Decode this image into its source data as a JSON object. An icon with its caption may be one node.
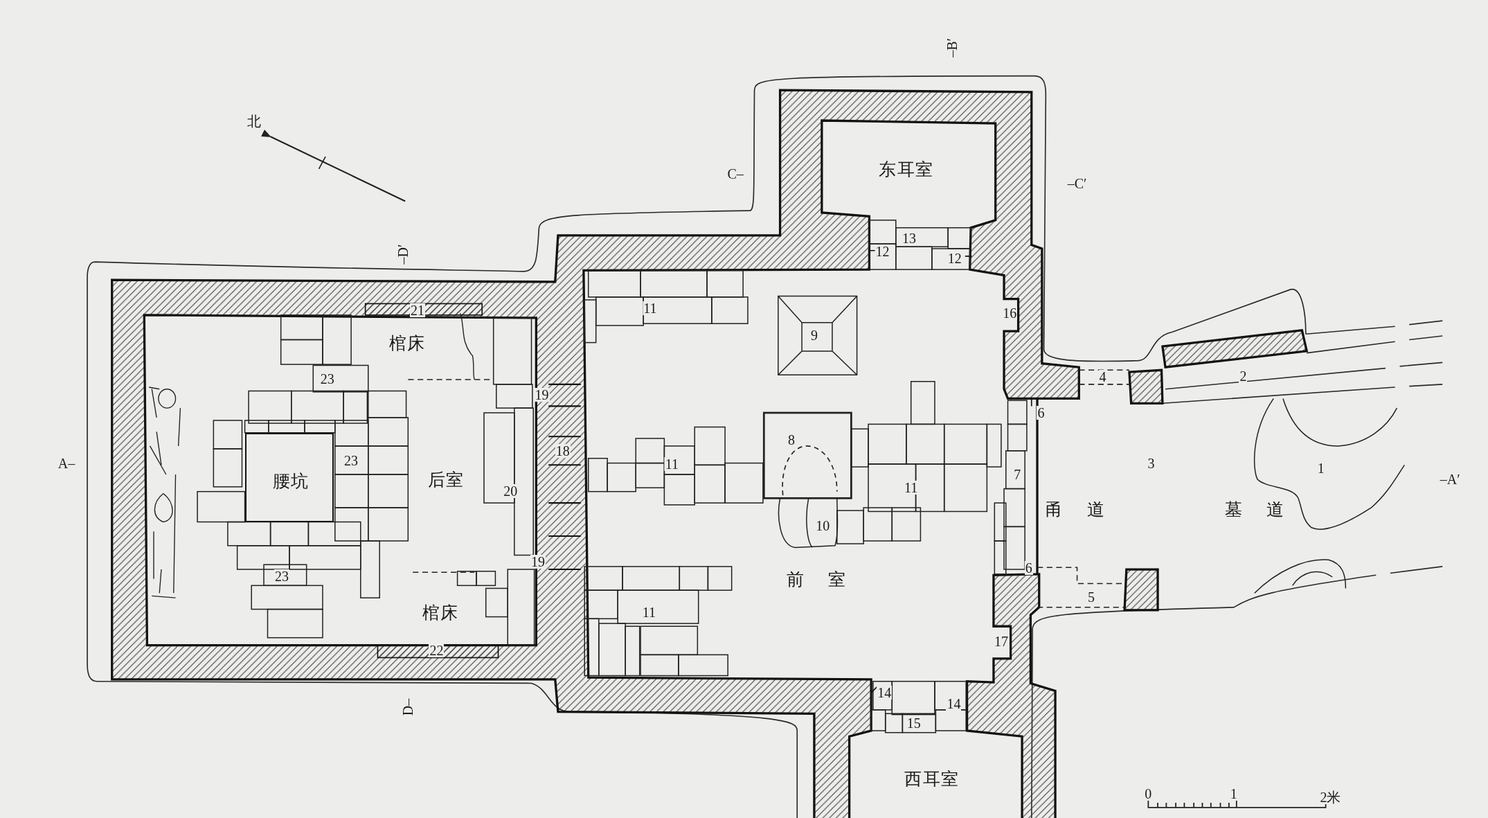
{
  "diagram": {
    "nodes": [
      {
        "text": [
          "后室"
        ]
      },
      {
        "text": [
          "腰坑"
        ],
        "in": 0
      },
      {
        "text": [
          "棺床"
        ],
        "in": 0
      },
      {
        "text": [
          "棺床"
        ],
        "in": 0
      },
      {
        "text": [
          "前室"
        ]
      },
      {
        "text": [
          "东耳室"
        ]
      },
      {
        "text": [
          "西耳室"
        ]
      },
      {
        "text": [
          "甬道"
        ]
      },
      {
        "text": [
          "墓道"
        ]
      }
    ],
    "labels": [
      "–B′",
      "北",
      "C–",
      "–C′",
      "13",
      "12",
      "–D′",
      "12",
      "21",
      "11",
      "16",
      "9",
      "4",
      "2",
      "23",
      "19",
      "6",
      "8",
      "18",
      "23",
      "11",
      "3",
      "1",
      "A–",
      "–A′",
      "7",
      "11",
      "20",
      "10",
      "19",
      "6",
      "23",
      "5",
      "11",
      "17",
      "22",
      "14",
      "14",
      "D–",
      "15",
      "0",
      "1",
      "2米"
    ]
  }
}
